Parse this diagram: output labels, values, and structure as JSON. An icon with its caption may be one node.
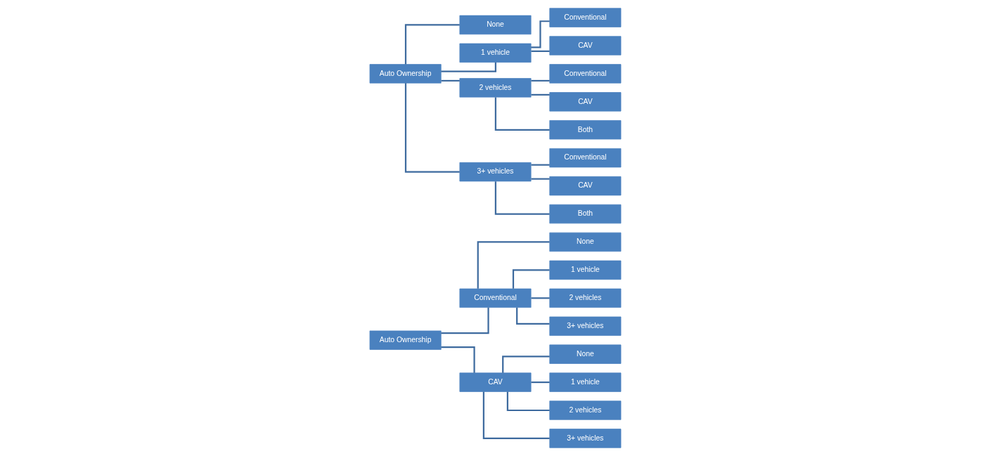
{
  "diagram": {
    "nodes": [
      {
        "text": [
          "Auto Ownership"
        ]
      },
      {
        "text": [
          "Conventional"
        ]
      },
      {
        "text": [
          "CAV"
        ]
      },
      {
        "text": [
          "None"
        ]
      },
      {
        "text": [
          "1 vehicle"
        ]
      },
      {
        "text": [
          "2 vehicles"
        ]
      },
      {
        "text": [
          "3+ vehicles"
        ]
      },
      {
        "text": [
          "None"
        ]
      },
      {
        "text": [
          "1 vehicle"
        ]
      },
      {
        "text": [
          "2 vehicles"
        ]
      },
      {
        "text": [
          "3+ vehicles"
        ]
      },
      {
        "text": [
          "Auto Ownership"
        ]
      },
      {
        "text": [
          "None"
        ]
      },
      {
        "text": [
          "1 vehicle"
        ]
      },
      {
        "text": [
          "2 vehicles"
        ]
      },
      {
        "text": [
          "3+ vehicles"
        ]
      },
      {
        "text": [
          "Conventional"
        ]
      },
      {
        "text": [
          "CAV"
        ]
      },
      {
        "text": [
          "Conventional"
        ]
      },
      {
        "text": [
          "CAV"
        ]
      },
      {
        "text": [
          "Both"
        ]
      },
      {
        "text": [
          "Conventional"
        ]
      },
      {
        "text": [
          "CAV"
        ]
      },
      {
        "text": [
          "Both"
        ]
      }
    ],
    "edges": [
      {
        "from": 0,
        "to": 1,
        "arrow": "none"
      },
      {
        "from": 0,
        "to": 2,
        "arrow": "none"
      },
      {
        "from": 1,
        "to": 3,
        "arrow": "none"
      },
      {
        "from": 1,
        "to": 4,
        "arrow": "none"
      },
      {
        "from": 1,
        "to": 5,
        "arrow": "none"
      },
      {
        "from": 1,
        "to": 6,
        "arrow": "none"
      },
      {
        "from": 2,
        "to": 7,
        "arrow": "none"
      },
      {
        "from": 2,
        "to": 8,
        "arrow": "none"
      },
      {
        "from": 2,
        "to": 9,
        "arrow": "none"
      },
      {
        "from": 2,
        "to": 10,
        "arrow": "none"
      },
      {
        "from": 11,
        "to": 12,
        "arrow": "none"
      },
      {
        "from": 11,
        "to": 13,
        "arrow": "none"
      },
      {
        "from": 11,
        "to": 14,
        "arrow": "none"
      },
      {
        "from": 11,
        "to": 15,
        "arrow": "none"
      },
      {
        "from": 13,
        "to": 16,
        "arrow": "none"
      },
      {
        "from": 13,
        "to": 17,
        "arrow": "none"
      },
      {
        "from": 14,
        "to": 18,
        "arrow": "none"
      },
      {
        "from": 14,
        "to": 19,
        "arrow": "none"
      },
      {
        "from": 14,
        "to": 20,
        "arrow": "none"
      },
      {
        "from": 15,
        "to": 21,
        "arrow": "none"
      },
      {
        "from": 15,
        "to": 22,
        "arrow": "none"
      },
      {
        "from": 15,
        "to": 23,
        "arrow": "none"
      }
    ]
  }
}
